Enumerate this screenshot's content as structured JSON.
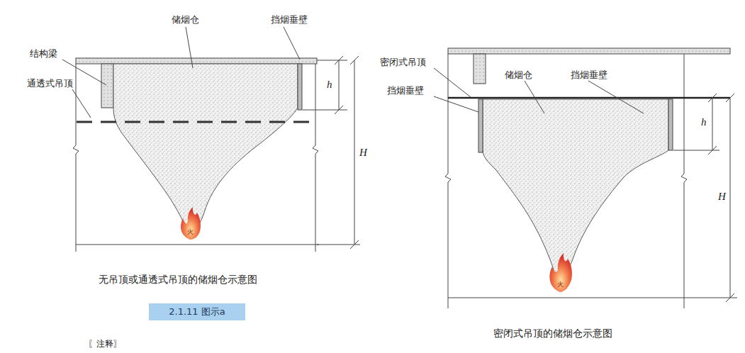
{
  "diagram": {
    "nodes": [
      {
        "text": [
          "2.1.11 图示a"
        ]
      }
    ],
    "labels": [
      "储烟仓",
      "挡烟垂壁",
      "结构梁",
      "通透式吊顶",
      "h",
      "H",
      "火",
      "无吊顶或通透式吊顶的储烟仓示意图",
      "〖注释〗",
      "密闭式吊顶",
      "储烟仓",
      "挡烟垂壁",
      "挡烟垂壁",
      "h",
      "H",
      "火",
      "密闭式吊顶的储烟仓示意图"
    ]
  }
}
